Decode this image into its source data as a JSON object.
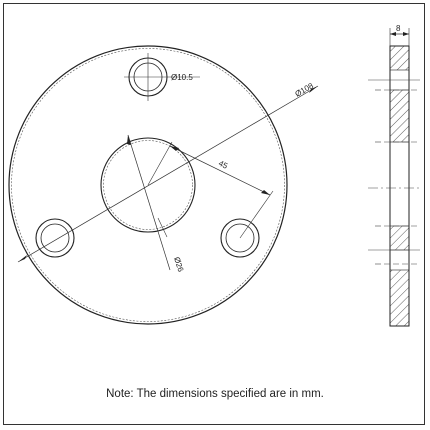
{
  "drawing": {
    "front_view": {
      "outer_diameter_label": "Ø108",
      "center_hole_label": "Ø26",
      "bolt_hole_label": "Ø10.5",
      "pitch_radius_label": "45"
    },
    "side_view": {
      "thickness_label": "8"
    },
    "note": "Note: The dimensions specified are in mm."
  }
}
